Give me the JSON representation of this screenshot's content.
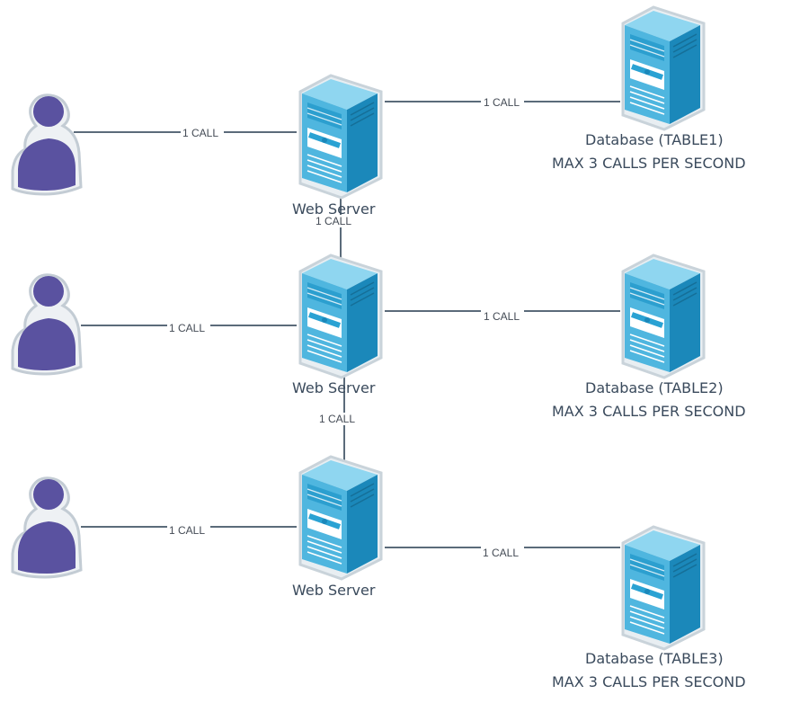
{
  "colors": {
    "connector": "#5b6b7a",
    "server_front": "#2aa2d3",
    "server_side": "#1a86b6",
    "server_top": "#7fd0ee",
    "user_body": "#5a52a0",
    "user_outline": "#b7c1ca"
  },
  "icons": {
    "user": "user-icon",
    "server": "server-icon",
    "database": "database-server-icon"
  },
  "edge_label": "1 CALL",
  "web_server_label": "Web Server",
  "databases": [
    {
      "name": "Database (TABLE1)",
      "limit": "MAX 3 CALLS PER SECOND"
    },
    {
      "name": "Database (TABLE2)",
      "limit": "MAX 3 CALLS PER SECOND"
    },
    {
      "name": "Database (TABLE3)",
      "limit": "MAX 3 CALLS PER SECOND"
    }
  ]
}
